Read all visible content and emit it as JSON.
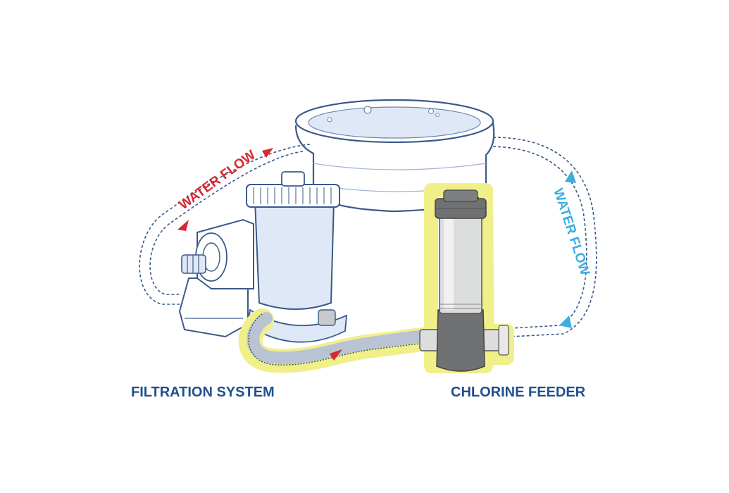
{
  "labels": {
    "water_flow_left": "WATER FLOW",
    "water_flow_right": "WATER FLOW",
    "filtration_system": "FILTRATION SYSTEM",
    "chlorine_feeder": "CHLORINE FEEDER"
  },
  "colors": {
    "label_blue": "#1f4f8f",
    "flow_red": "#d7282f",
    "flow_cyan": "#3aaee0",
    "outline": "#3a5a8c",
    "water": "#dfe8f7",
    "highlight": "#f1ef8a",
    "feeder_dark": "#6f7172",
    "feeder_light": "#dcdddd"
  }
}
